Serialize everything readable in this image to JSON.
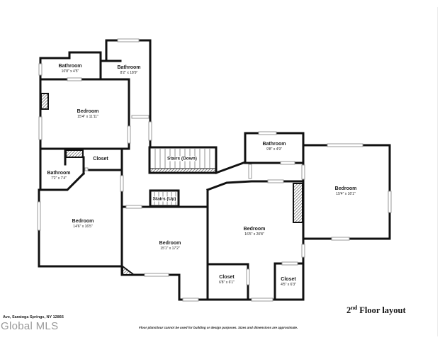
{
  "title": {
    "prefix": "2",
    "superscript": "nd",
    "suffix": " Floor layout"
  },
  "address": "Ave, Saratoga Springs, NY 12866",
  "watermark": "Global MLS",
  "disclaimer": "Floor plans/tour cannot be used for building or design purposes. Sizes and dimensions are approximate.",
  "colors": {
    "wall": "#111111",
    "window": "#d9d9d9",
    "hatch": "#555555",
    "background": "#ffffff"
  },
  "rooms": [
    {
      "name": "Bathroom",
      "dims": "10'8\" x 4'5\""
    },
    {
      "name": "Bathroom",
      "dims": "8'2\" x 18'9\""
    },
    {
      "name": "Bedroom",
      "dims": "15'4\" x 11'11\""
    },
    {
      "name": "Bathroom",
      "dims": "7'2\" x 7'4\""
    },
    {
      "name": "Closet",
      "dims": ""
    },
    {
      "name": "Bedroom",
      "dims": "14'6\" x 16'5\""
    },
    {
      "name": "Bedroom",
      "dims": "15'1\" x 17'2\""
    },
    {
      "name": "Bathroom",
      "dims": "9'8\" x 4'9\""
    },
    {
      "name": "Bedroom",
      "dims": "15'4\" x 16'1\""
    },
    {
      "name": "Bedroom",
      "dims": "16'5\" x 20'8\""
    },
    {
      "name": "Closet",
      "dims": "6'8\" x 6'1\""
    },
    {
      "name": "Closet",
      "dims": "4'5\" x 6'3\""
    }
  ],
  "stairs": [
    {
      "label": "Stairs (Down)"
    },
    {
      "label": "Stairs (Up)"
    }
  ]
}
